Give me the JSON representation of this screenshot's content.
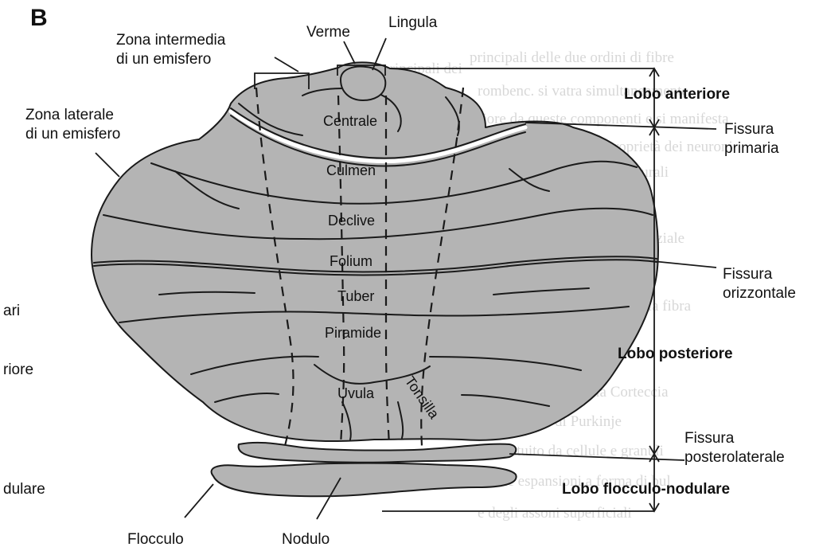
{
  "panel_letter": "B",
  "lobes": {
    "anterior": "Lobo anteriore",
    "posterior": "Lobo posteriore",
    "flocculonodular": "Lobo flocculo-nodulare"
  },
  "fissures": {
    "primary": [
      "Fissura",
      "primaria"
    ],
    "horizontal": [
      "Fissura",
      "orizzontale"
    ],
    "posterolateral": [
      "Fissura",
      "posterolaterale"
    ]
  },
  "zones": {
    "intermediate": [
      "Zona intermedia",
      "di un emisfero"
    ],
    "lateral": [
      "Zona laterale",
      "di un emisfero"
    ]
  },
  "top_labels": {
    "vermis": "Verme",
    "lingula": "Lingula"
  },
  "lobules": {
    "centrale": "Centrale",
    "culmen": "Culmen",
    "declive": "Declive",
    "folium": "Folium",
    "tuber": "Tuber",
    "piramide": "Piramide",
    "uvula": "Uvula",
    "tonsilla": "Tonsilla"
  },
  "bottom_labels": {
    "flocculus": "Flocculo",
    "nodulus": "Nodulo"
  },
  "left_edge_fragments": [
    "ari",
    "riore",
    "dulare"
  ],
  "colors": {
    "tissue": "#b4b4b4",
    "outline": "#1a1a1a",
    "text": "#111111",
    "bleed_text": "#b8b8b8"
  }
}
